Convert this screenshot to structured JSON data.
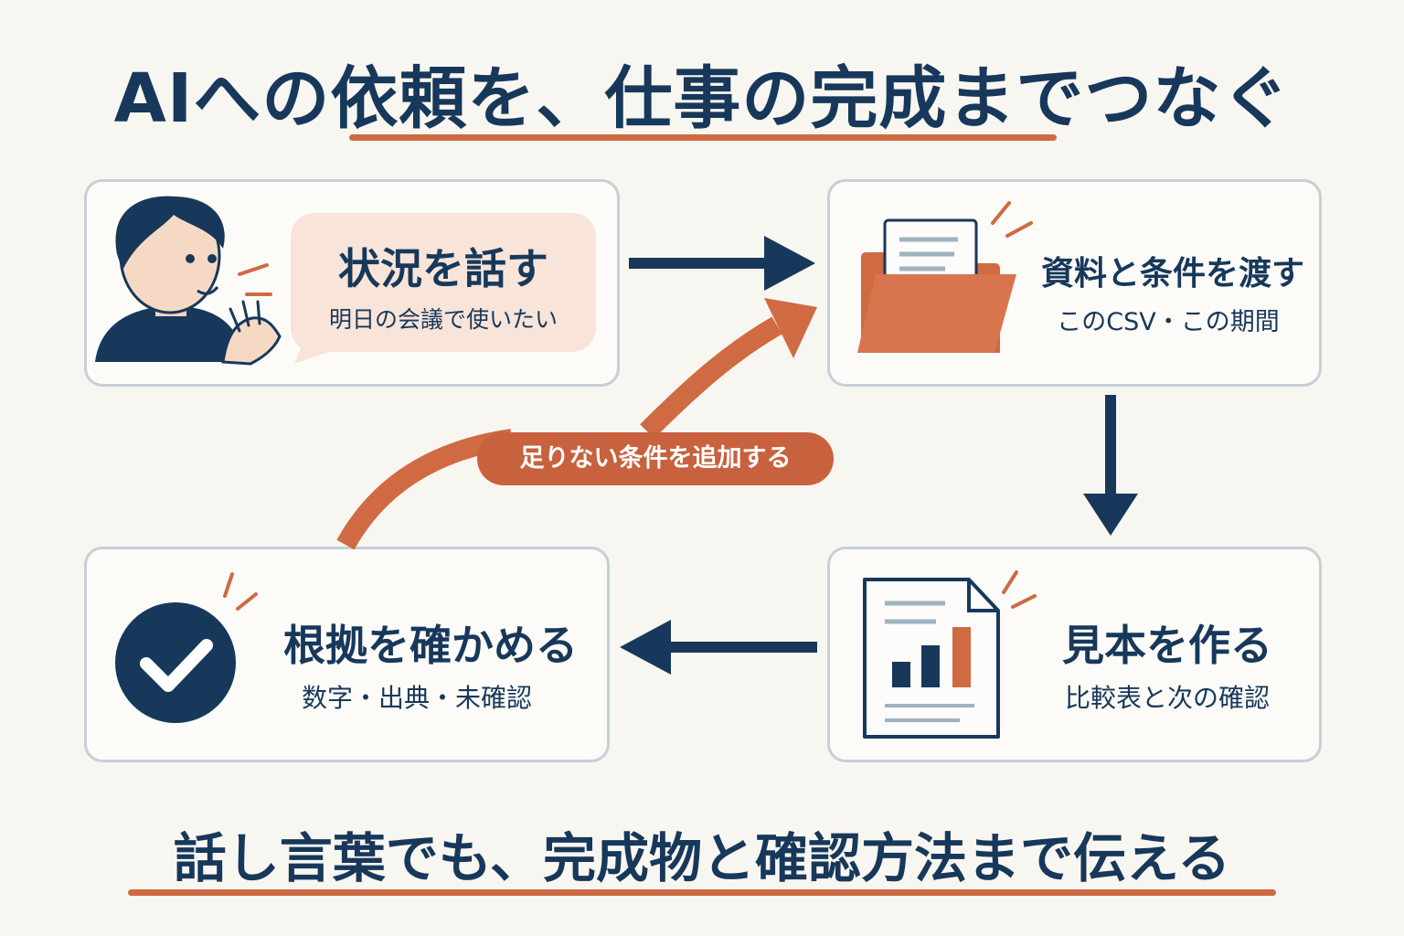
{
  "title": "AIへの依頼を、仕事の完成までつなぐ",
  "steps": [
    {
      "title": "状況を話す",
      "subtitle": "明日の会議で使いたい"
    },
    {
      "title": "資料と条件を渡す",
      "subtitle": "このCSV・この期間"
    },
    {
      "title": "見本を作る",
      "subtitle": "比較表と次の確認"
    },
    {
      "title": "根拠を確かめる",
      "subtitle": "数字・出典・未確認"
    }
  ],
  "feedback_label": "足りない条件を追加する",
  "footer": "話し言葉でも、完成物と確認方法まで伝える",
  "colors": {
    "navy": "#17385a",
    "accent": "#cf6a43",
    "background": "#f8f6f1"
  },
  "icons": [
    "person-speaking-icon",
    "folder-document-icon",
    "report-chart-icon",
    "check-circle-icon"
  ]
}
